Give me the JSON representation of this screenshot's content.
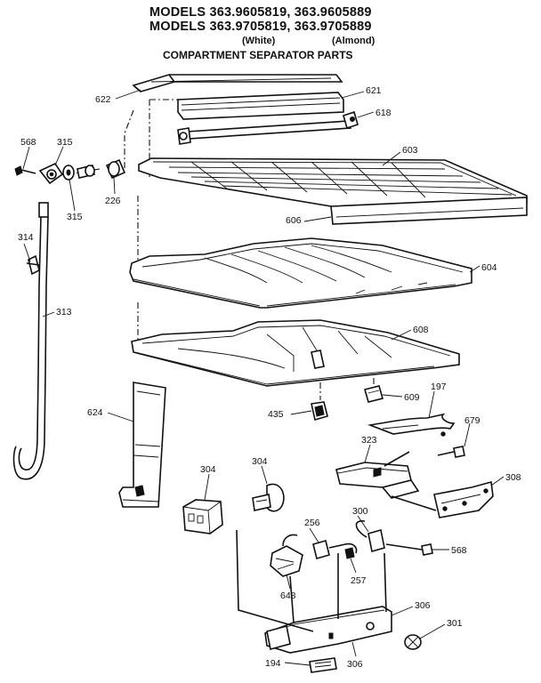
{
  "header": {
    "models_line1": "MODELS 363.9605819, 363.9605889",
    "models_line2": "MODELS 363.9705819, 363.9705889",
    "white": "(White)",
    "almond": "(Almond)",
    "subtitle": "COMPARTMENT SEPARATOR PARTS"
  },
  "callouts": [
    {
      "id": "c622",
      "label": "622"
    },
    {
      "id": "c621",
      "label": "621"
    },
    {
      "id": "c618",
      "label": "618"
    },
    {
      "id": "c568a",
      "label": "568"
    },
    {
      "id": "c315a",
      "label": "315"
    },
    {
      "id": "c315b",
      "label": "315"
    },
    {
      "id": "c226",
      "label": "226"
    },
    {
      "id": "c603",
      "label": "603"
    },
    {
      "id": "c606",
      "label": "606"
    },
    {
      "id": "c314",
      "label": "314"
    },
    {
      "id": "c313",
      "label": "313"
    },
    {
      "id": "c604",
      "label": "604"
    },
    {
      "id": "c608",
      "label": "608"
    },
    {
      "id": "c435",
      "label": "435"
    },
    {
      "id": "c609",
      "label": "609"
    },
    {
      "id": "c197",
      "label": "197"
    },
    {
      "id": "c679",
      "label": "679"
    },
    {
      "id": "c624",
      "label": "624"
    },
    {
      "id": "c323",
      "label": "323"
    },
    {
      "id": "c308",
      "label": "308"
    },
    {
      "id": "c304a",
      "label": "304"
    },
    {
      "id": "c304b",
      "label": "304"
    },
    {
      "id": "c256",
      "label": "256"
    },
    {
      "id": "c300",
      "label": "300"
    },
    {
      "id": "c568b",
      "label": "568"
    },
    {
      "id": "c257",
      "label": "257"
    },
    {
      "id": "c648",
      "label": "648"
    },
    {
      "id": "c306a",
      "label": "306"
    },
    {
      "id": "c301",
      "label": "301"
    },
    {
      "id": "c194",
      "label": "194"
    },
    {
      "id": "c306b",
      "label": "306"
    }
  ]
}
